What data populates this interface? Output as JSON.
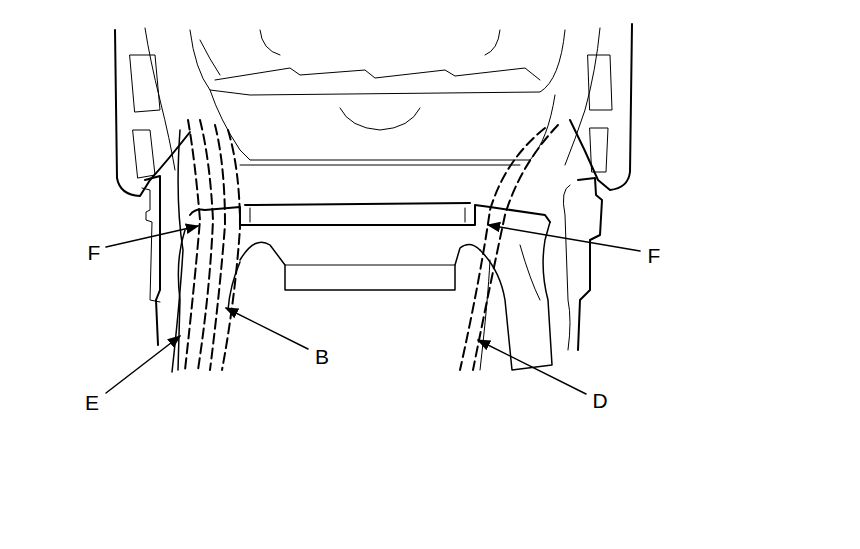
{
  "diagram": {
    "labels": [
      "F",
      "F",
      "B",
      "D",
      "E"
    ]
  }
}
